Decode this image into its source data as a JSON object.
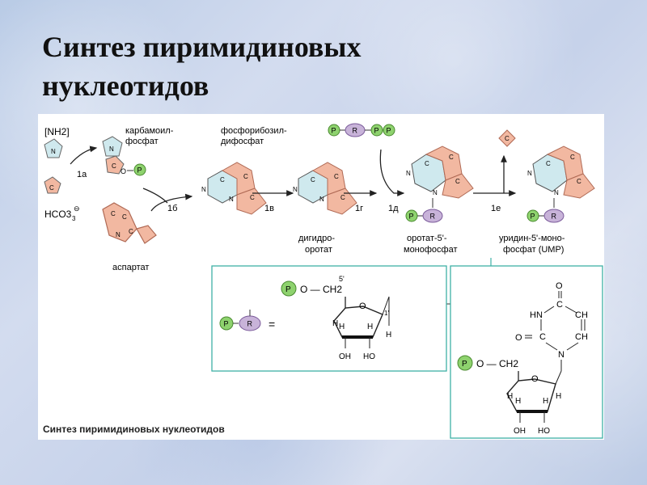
{
  "slide": {
    "title_line1": "Синтез пиримидиновых",
    "title_line2": "нуклеотидов"
  },
  "pathway": {
    "substrates": {
      "nh2": "[NH2]",
      "hco3": "HCO3",
      "aspartate": "аспартат"
    },
    "intermediates": {
      "carbamoyl_phosphate_1": "карбамоил-",
      "carbamoyl_phosphate_2": "фосфат",
      "prpp_1": "фосфорибозил-",
      "prpp_2": "дифосфат",
      "dihydroorotate_1": "дигидро-",
      "dihydroorotate_2": "оротат",
      "omp_1": "оротат-5'-",
      "omp_2": "монофосфат",
      "ump_1": "уридин-5'-моно-",
      "ump_2": "фосфат (UMP)"
    },
    "steps": [
      "1а",
      "1б",
      "1в",
      "1г",
      "1д",
      "1е"
    ],
    "badges": {
      "phosphate": "P",
      "ribose": "R"
    },
    "atoms": {
      "N": "N",
      "C": "C",
      "O": "O"
    }
  },
  "ribose_detail": {
    "phosphate": "P",
    "ribose_badge": "R",
    "equals": "=",
    "o_ch2": "O — CH2",
    "prime5": "5'",
    "prime1": "1'",
    "ring_o": "O",
    "h": "H",
    "oh": "OH",
    "ho": "HO"
  },
  "ump_detail": {
    "o_top": "O",
    "o_left": "O",
    "c": "C",
    "hn": "HN",
    "ch": "CH",
    "n": "N",
    "phosphate": "P",
    "o_ch2": "O — CH2",
    "ring_o": "O",
    "h": "H",
    "oh": "OH",
    "ho": "HO"
  },
  "caption": "Синтез пиримидиновых нуклеотидов",
  "colors": {
    "ring_fill": "#f2b8a1",
    "ring_stroke": "#b06a55",
    "carbamoyl_fill": "#cfe9ee",
    "ribose_fill": "#c8b3d9",
    "phosphate_fill": "#8ed26e",
    "box_stroke": "#3fb0a6"
  }
}
